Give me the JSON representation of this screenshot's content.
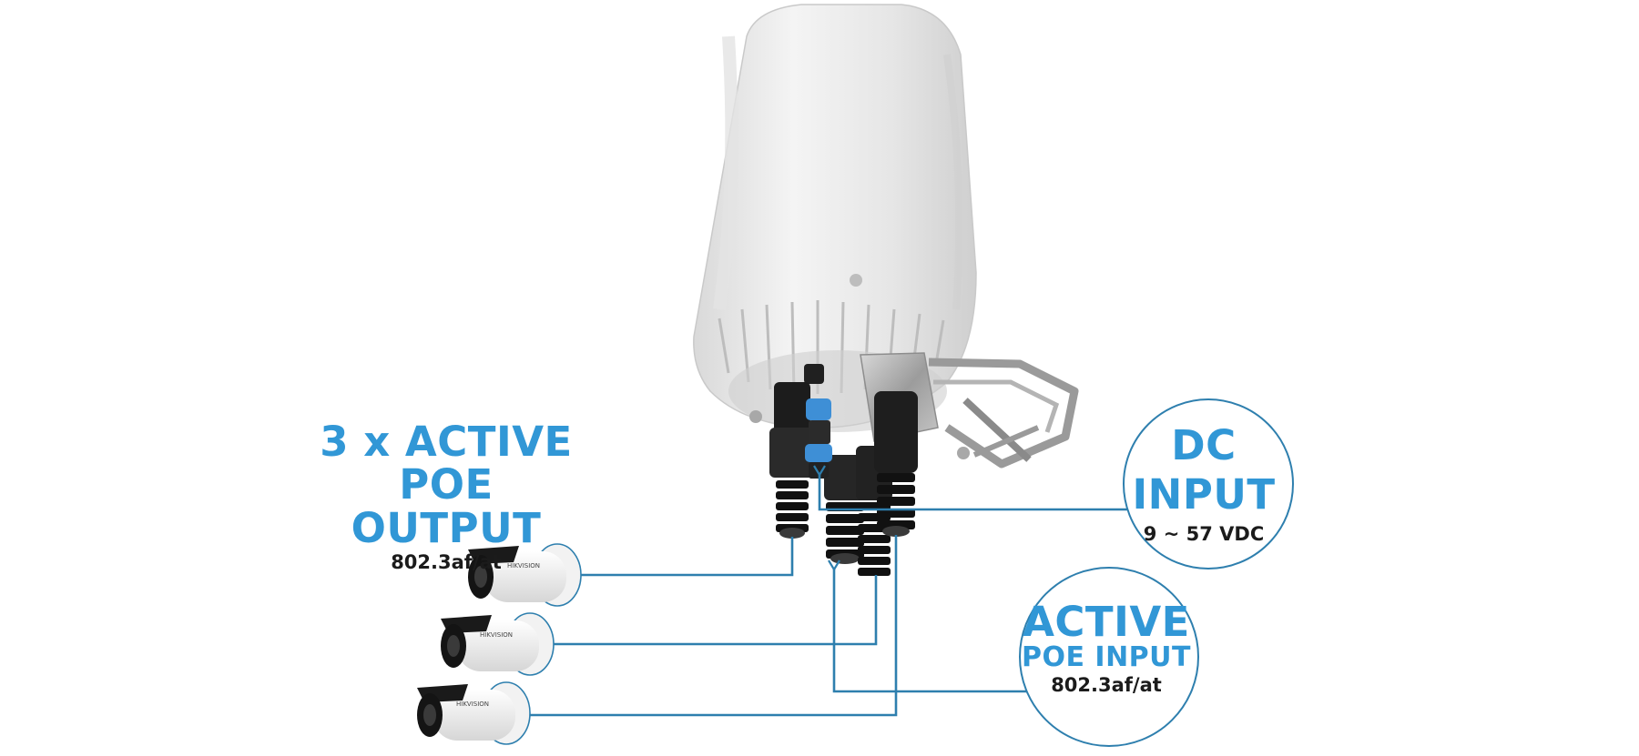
{
  "colors": {
    "accent": "#3197d6",
    "connector_line": "#2e7fae",
    "circle_stroke": "#2e7fae",
    "text_dark": "#1b1b1b",
    "housing": "#e9e9e9"
  },
  "labels": {
    "poe_output": {
      "title_line1": "3 x ACTIVE",
      "title_line2": "POE OUTPUT",
      "spec": "802.3af/at"
    },
    "dc_input": {
      "title_line1": "DC",
      "title_line2": "INPUT",
      "spec": "9 ~ 57 VDC"
    },
    "poe_input": {
      "title_line1": "ACTIVE",
      "title_line2": "POE INPUT",
      "spec": "802.3af/at"
    }
  },
  "cameras": [
    {
      "brand": "HIKVISION"
    },
    {
      "brand": "HIKVISION"
    },
    {
      "brand": "HIKVISION"
    }
  ]
}
